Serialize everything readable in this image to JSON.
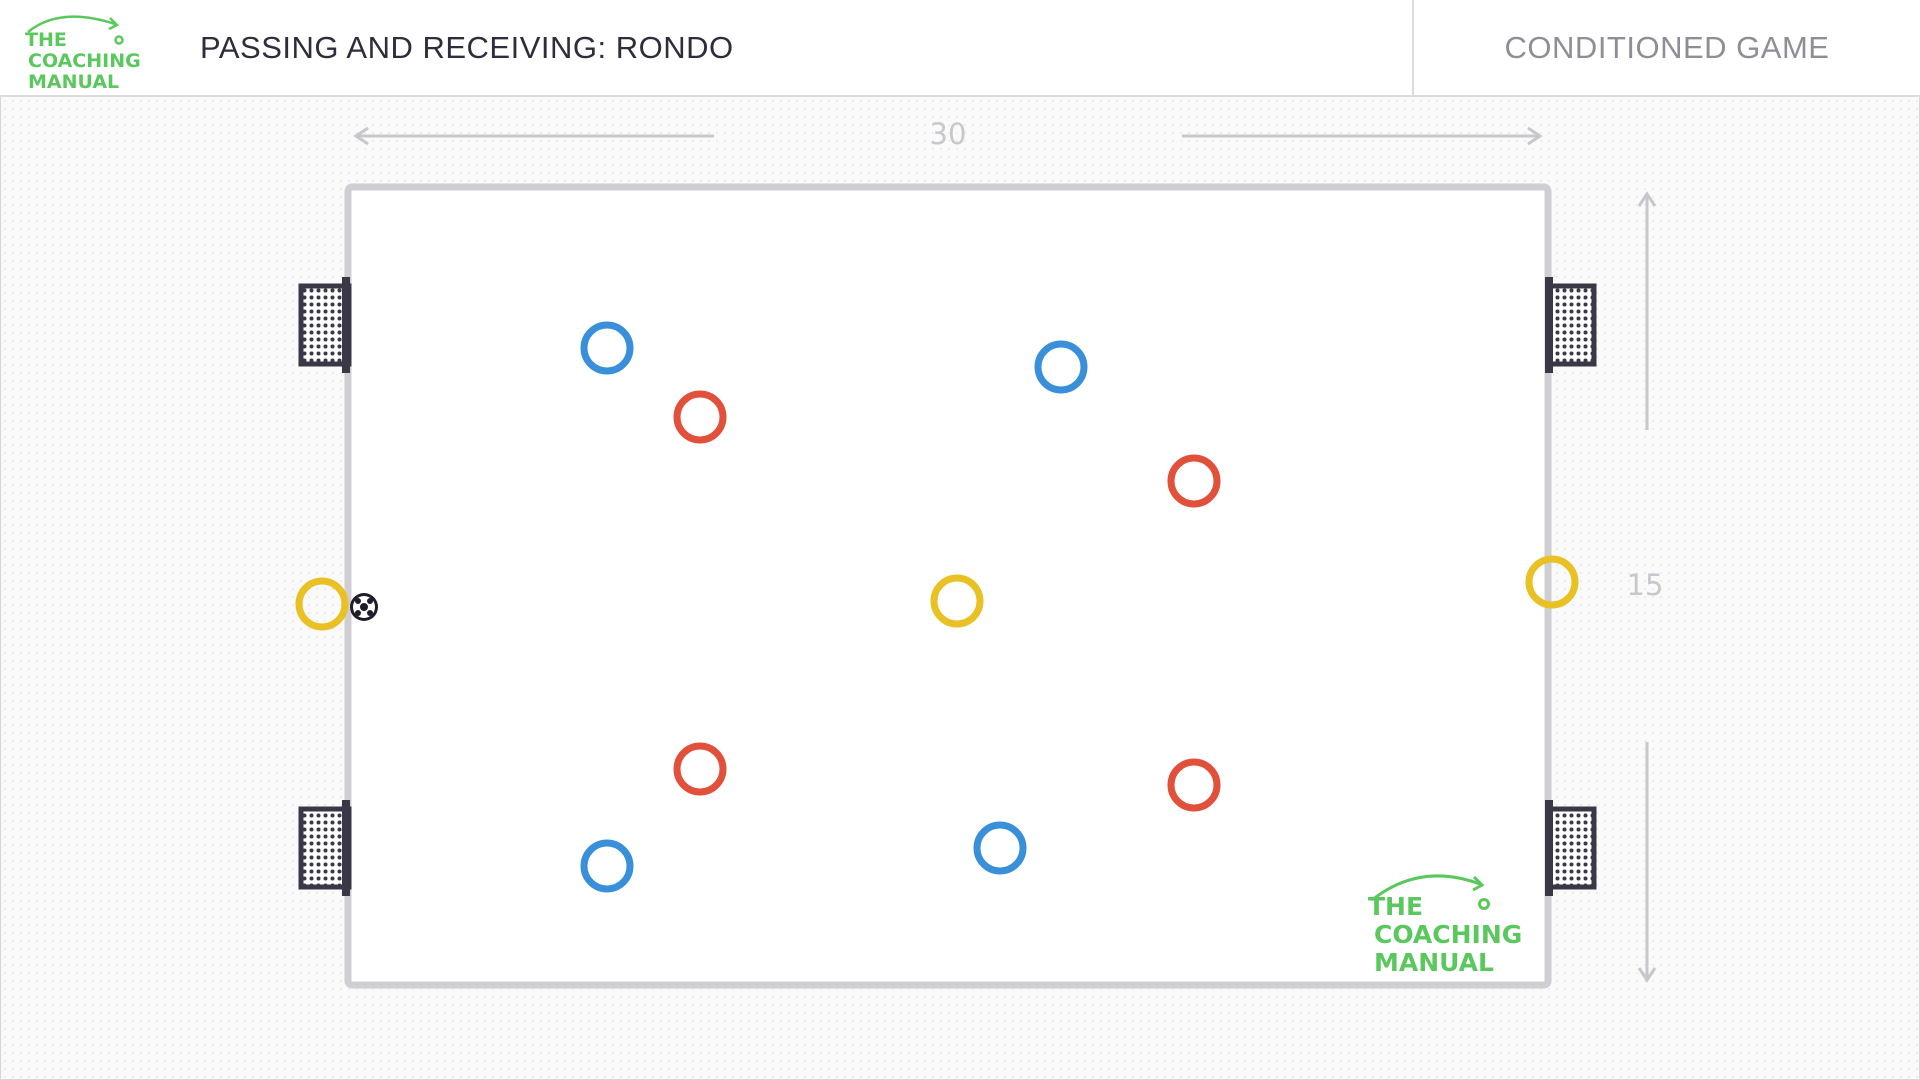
{
  "header": {
    "logo_text": [
      "THE",
      "COACHING",
      "MANUAL"
    ],
    "drill_title": "PASSING AND RECEIVING: RONDO",
    "drill_type": "CONDITIONED GAME"
  },
  "pitch": {
    "dimensions": {
      "width_label": "30",
      "height_label": "15"
    },
    "goals": [
      "top-left",
      "bottom-left",
      "top-right",
      "bottom-right"
    ],
    "colors": {
      "blue_team": "#3a8fdb",
      "red_team": "#e0503a",
      "yellow_neutral": "#e9c124",
      "pitch_border": "#cfcfd3",
      "goal_frame": "#3a3846",
      "logo_green": "#5bc85e"
    },
    "players": [
      {
        "team": "blue",
        "label": "blue-player-1"
      },
      {
        "team": "blue",
        "label": "blue-player-2"
      },
      {
        "team": "blue",
        "label": "blue-player-3"
      },
      {
        "team": "blue",
        "label": "blue-player-4"
      },
      {
        "team": "red",
        "label": "red-player-1"
      },
      {
        "team": "red",
        "label": "red-player-2"
      },
      {
        "team": "red",
        "label": "red-player-3"
      },
      {
        "team": "red",
        "label": "red-player-4"
      },
      {
        "team": "yellow",
        "label": "yellow-player-left"
      },
      {
        "team": "yellow",
        "label": "yellow-player-center"
      },
      {
        "team": "yellow",
        "label": "yellow-player-right"
      }
    ],
    "ball_icon": "football-icon",
    "watermark_text": [
      "THE",
      "COACHING",
      "MANUAL"
    ]
  }
}
